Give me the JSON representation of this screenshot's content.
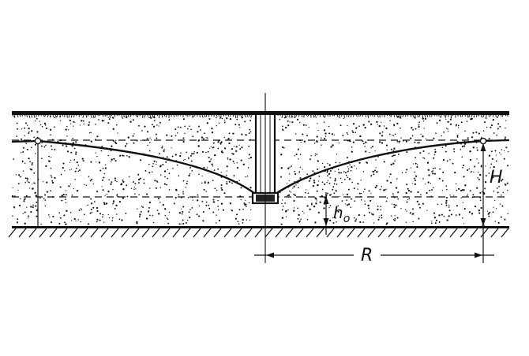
{
  "labels": {
    "H": "H",
    "h0_main": "h",
    "h0_sub": "o",
    "R": "R"
  },
  "colors": {
    "ink": "#111111",
    "background": "#ffffff"
  }
}
